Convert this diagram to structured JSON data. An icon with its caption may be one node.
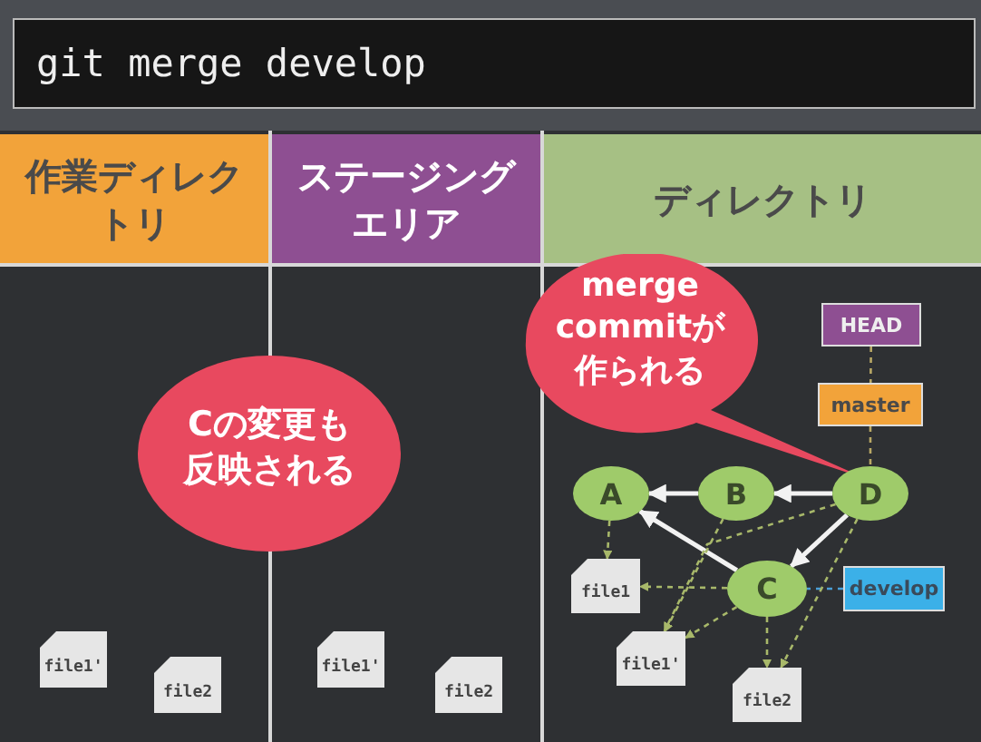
{
  "diagram": {
    "nodes": [
      {
        "text": [
          "git merge develop"
        ]
      },
      {
        "text": [
          "作業ディレクトリ"
        ]
      },
      {
        "text": [
          "ステージングエリア"
        ]
      },
      {
        "text": [
          "ディレクトリ"
        ]
      },
      {
        "text": [
          "Cの変更も反映される"
        ]
      },
      {
        "text": [
          "merge commitが作られる"
        ]
      },
      {
        "text": [
          "file1'"
        ]
      },
      {
        "text": [
          "file2"
        ]
      },
      {
        "text": [
          "file1'"
        ]
      },
      {
        "text": [
          "file2"
        ]
      },
      {
        "text": [
          "HEAD"
        ]
      },
      {
        "text": [
          "master"
        ]
      },
      {
        "text": [
          "A"
        ]
      },
      {
        "text": [
          "B"
        ]
      },
      {
        "text": [
          "D"
        ]
      },
      {
        "text": [
          "file1"
        ]
      },
      {
        "text": [
          "C"
        ]
      },
      {
        "text": [
          "develop"
        ]
      },
      {
        "text": [
          "file1'"
        ]
      },
      {
        "text": [
          "file2"
        ]
      }
    ],
    "edges": [
      {
        "from": 10,
        "to": 11,
        "arrow": "none",
        "style": "dashed",
        "color": "#b9a865"
      },
      {
        "from": 11,
        "to": 14,
        "arrow": "none",
        "style": "dashed",
        "color": "#b9a865"
      },
      {
        "from": 14,
        "to": 13,
        "arrow": "to",
        "color": "#f2f2f2"
      },
      {
        "from": 13,
        "to": 12,
        "arrow": "to",
        "color": "#f2f2f2"
      },
      {
        "from": 14,
        "to": 16,
        "arrow": "to",
        "color": "#f2f2f2"
      },
      {
        "from": 16,
        "to": 12,
        "arrow": "to",
        "color": "#f2f2f2"
      },
      {
        "from": 17,
        "to": 16,
        "arrow": "none",
        "style": "dashed",
        "color": "#4a9fd8"
      },
      {
        "from": 12,
        "to": 15,
        "arrow": "to",
        "style": "dashed",
        "color": "#a8b86a"
      },
      {
        "from": 16,
        "to": 15,
        "arrow": "to",
        "style": "dashed",
        "color": "#a8b86a"
      },
      {
        "from": 13,
        "to": 18,
        "arrow": "to",
        "style": "dashed",
        "color": "#a8b86a"
      },
      {
        "from": 16,
        "to": 18,
        "arrow": "to",
        "style": "dashed",
        "color": "#a8b86a"
      },
      {
        "from": 14,
        "to": 18,
        "arrow": "to",
        "style": "dashed",
        "color": "#a8b86a"
      },
      {
        "from": 16,
        "to": 19,
        "arrow": "to",
        "style": "dashed",
        "color": "#a8b86a"
      },
      {
        "from": 14,
        "to": 19,
        "arrow": "to",
        "style": "dashed",
        "color": "#a8b86a"
      }
    ]
  }
}
